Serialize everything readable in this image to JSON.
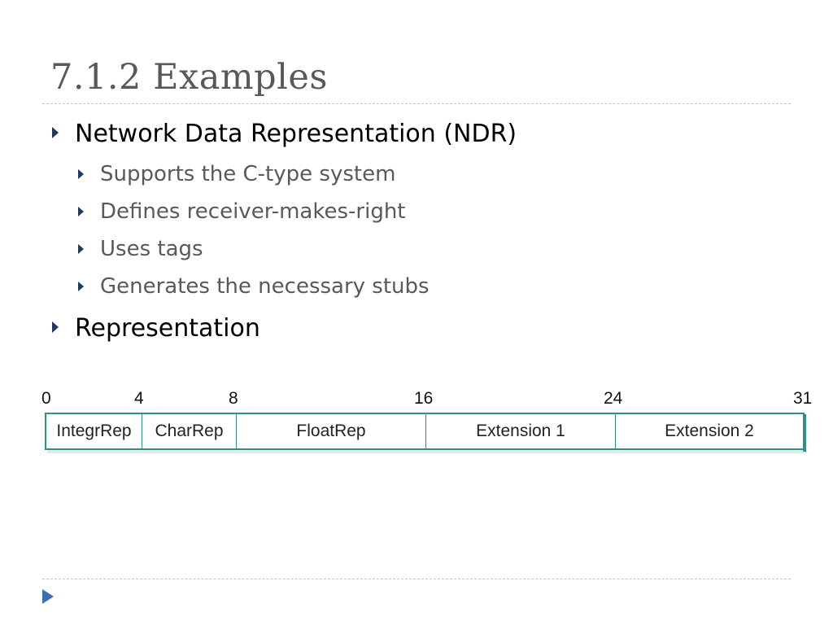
{
  "slide": {
    "title": "7.1.2 Examples",
    "bullets": [
      {
        "text": "Network Data Representation (NDR)",
        "sub": [
          "Supports the C-type system",
          "Defines receiver-makes-right",
          "Uses tags",
          "Generates the necessary stubs"
        ]
      },
      {
        "text": "Representation"
      }
    ]
  },
  "diagram": {
    "bit_labels": [
      "0",
      "4",
      "8",
      "16",
      "24",
      "31"
    ],
    "fields": [
      {
        "label": "IntegrRep",
        "bits": 4
      },
      {
        "label": "CharRep",
        "bits": 4
      },
      {
        "label": "FloatRep",
        "bits": 8
      },
      {
        "label": "Extension 1",
        "bits": 8
      },
      {
        "label": "Extension 2",
        "bits": 8
      }
    ],
    "accent_color": "#2f8f86"
  },
  "icons": {
    "bullet": "triangle-right-icon",
    "nav": "play-triangle-icon"
  }
}
